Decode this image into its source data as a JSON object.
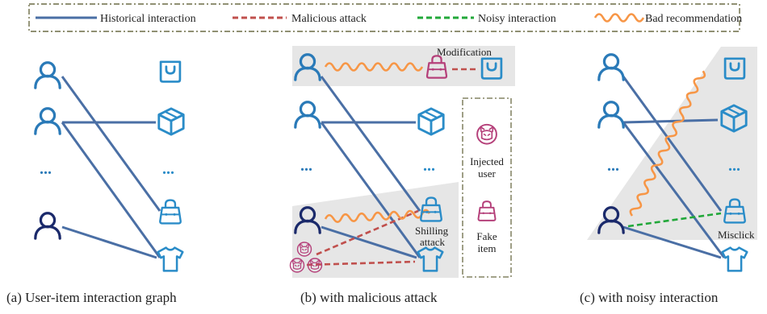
{
  "legend": {
    "historical": "Historical interaction",
    "malicious": "Malicious attack",
    "noisy": "Noisy interaction",
    "bad": "Bad recommendation"
  },
  "panel_b": {
    "modification": "Modification",
    "shilling_1": "Shilling",
    "shilling_2": "attack",
    "injected_1": "Injected",
    "injected_2": "user",
    "fake_1": "Fake",
    "fake_2": "item"
  },
  "panel_c": {
    "misclick": "Misclick"
  },
  "ellipsis": "...",
  "captions": {
    "a": "(a)  User-item interaction graph",
    "b": "(b)  with malicious attack",
    "c": "(c)  with noisy interaction"
  },
  "colors": {
    "historical": "#4a6fa5",
    "malicious": "#c0504d",
    "noisy": "#22a83a",
    "bad": "#f79646",
    "user_light": "#2a7ab8",
    "user_dark": "#1b2a6b",
    "item": "#2a8cc8",
    "injected": "#b5407a"
  }
}
